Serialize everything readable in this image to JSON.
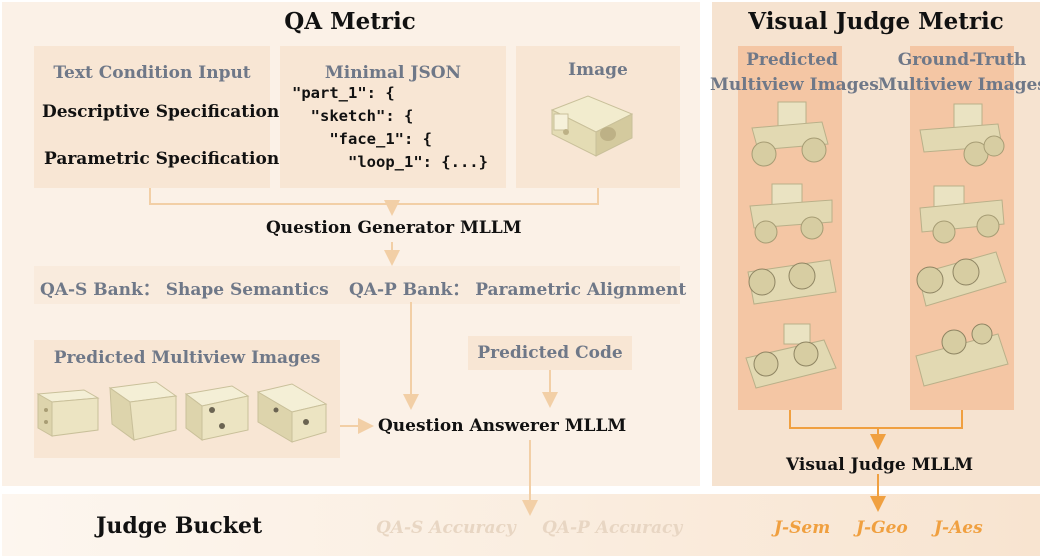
{
  "qa_metric": {
    "title": "QA Metric",
    "text_condition": {
      "header": "Text Condition Input",
      "descriptive": "Descriptive Specification",
      "parametric": "Parametric Specification"
    },
    "json_box": {
      "header": "Minimal JSON",
      "lines": [
        "\"part_1\": {",
        "  \"sketch\": {",
        "    \"face_1\": {",
        "      \"loop_1\": {...}"
      ]
    },
    "image_box": {
      "header": "Image"
    },
    "question_generator": "Question Generator MLLM",
    "qa_s_bank": "QA-S Bank： Shape Semantics",
    "qa_p_bank": "QA-P Bank： Parametric Alignment",
    "predicted_multiview": "Predicted Multiview Images",
    "predicted_code": "Predicted Code",
    "question_answerer": "Question Answerer MLLM"
  },
  "visual_judge": {
    "title": "Visual Judge Metric",
    "predicted_header_1": "Predicted",
    "predicted_header_2": "Multiview Images",
    "gt_header_1": "Ground-Truth",
    "gt_header_2": "Multiview Images",
    "judge": "Visual Judge MLLM"
  },
  "judge_bucket": {
    "label": "Judge Bucket",
    "qa_s_accuracy": "QA-S Accuracy",
    "qa_p_accuracy": "QA-P Accuracy",
    "j_sem": "J-Sem",
    "j_geo": "J-Geo",
    "j_aes": "J-Aes"
  },
  "colors": {
    "panel_light": "#fbf1e7",
    "panel_box": "#f8e6d4",
    "visual_panel": "#f6e3d0",
    "column": "#f4c6a4",
    "arrow": "#f2cfa6",
    "orange": "#f0a040",
    "grey_text": "#6f7888"
  }
}
